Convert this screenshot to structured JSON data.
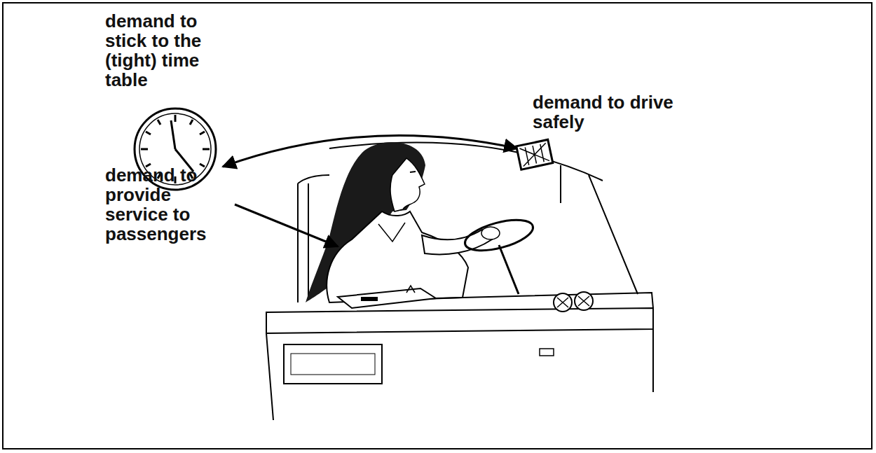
{
  "diagram": {
    "labels": [
      "demand to stick to the (tight) time table",
      "demand to drive safely",
      "demand to provide service to passengers"
    ]
  }
}
